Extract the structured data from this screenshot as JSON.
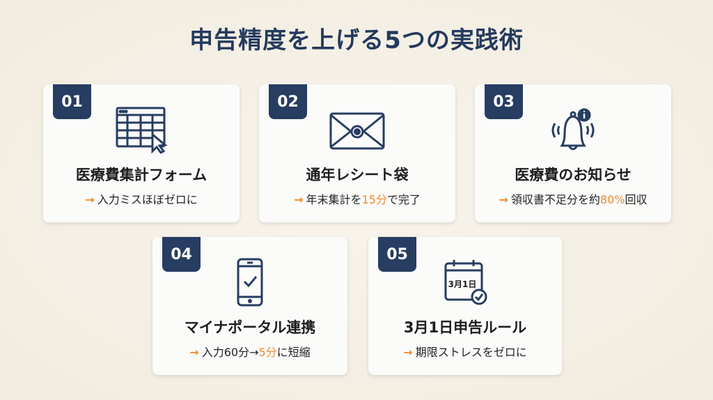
{
  "title": "申告精度を上げる5つの実践術",
  "colors": {
    "navy": "#273d61",
    "accent": "#ef8a2c",
    "background": "#f4efe4"
  },
  "cards": [
    {
      "number": "01",
      "icon": "spreadsheet-cursor-icon",
      "title": "医療費集計フォーム",
      "arrow": "→",
      "pre": "入力ミスほぼゼロに",
      "highlight": "",
      "post": ""
    },
    {
      "number": "02",
      "icon": "envelope-icon",
      "title": "通年レシート袋",
      "arrow": "→",
      "pre": "年末集計を",
      "highlight": "15分",
      "post": "で完了"
    },
    {
      "number": "03",
      "icon": "bell-notification-icon",
      "title": "医療費のお知らせ",
      "arrow": "→",
      "pre": "領収書不足分を約",
      "highlight": "80%",
      "post": "回収"
    },
    {
      "number": "04",
      "icon": "smartphone-check-icon",
      "title": "マイナポータル連携",
      "arrow": "→",
      "pre": "入力60分→",
      "highlight": "5分",
      "post": "に短縮"
    },
    {
      "number": "05",
      "icon": "calendar-check-icon",
      "title": "3月1日申告ルール",
      "arrow": "→",
      "pre": "期限ストレスをゼロに",
      "highlight": "",
      "post": "",
      "calendar_label": "3月1日"
    }
  ]
}
